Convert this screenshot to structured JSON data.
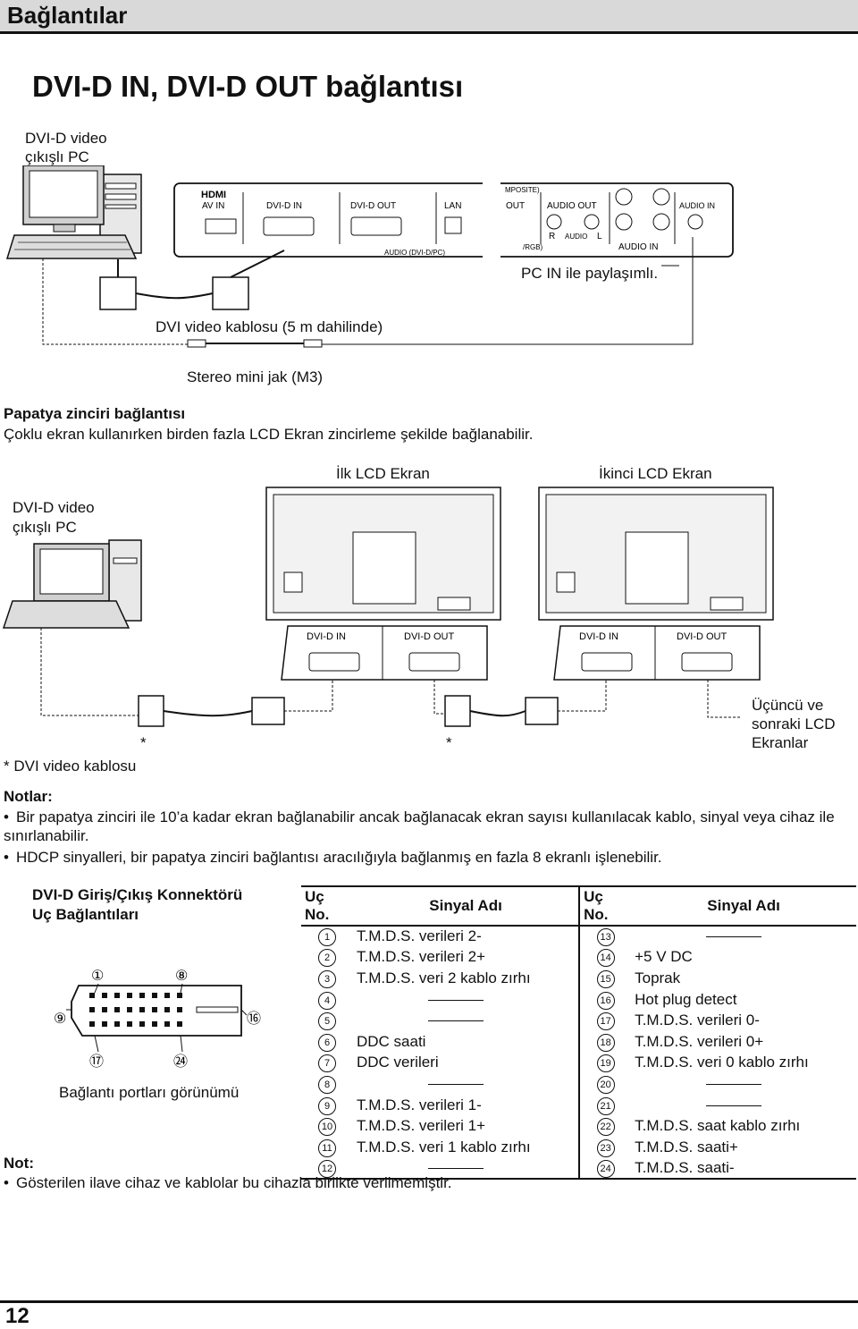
{
  "section_title": "Bağlantılar",
  "main_title": "DVI-D IN, DVI-D OUT bağlantısı",
  "diagram1": {
    "pc_label_line1": "DVI-D video",
    "pc_label_line2": "çıkışlı PC",
    "panel_labels": {
      "hdmi": "HDMI",
      "av_in": "AV IN",
      "dvi_d_in": "DVI-D IN",
      "dvi_d_out": "DVI-D OUT",
      "lan": "LAN",
      "composite": "MPOSITE)",
      "out": "OUT",
      "audio_out": "AUDIO OUT",
      "audio_in": "AUDIO IN",
      "audio_dvi_pc": "AUDIO (DVI-D/PC)",
      "rgb": "/RGB)",
      "r": "R",
      "l": "L",
      "audio": "AUDIO"
    },
    "shared_note": "PC IN ile paylaşımlı.",
    "dvi_cable_label": "DVI video kablosu (5 m dahilinde)",
    "stereo_label": "Stereo mini jak (M3)"
  },
  "daisy": {
    "heading": "Papatya zinciri bağlantısı",
    "description": "Çoklu ekran kullanırken birden fazla LCD Ekran zincirleme şekilde bağlanabilir.",
    "pc_label_line1": "DVI-D video",
    "pc_label_line2": "çıkışlı PC",
    "first_display": "İlk LCD Ekran",
    "second_display": "İkinci LCD Ekran",
    "dvi_d_in": "DVI-D IN",
    "dvi_d_out": "DVI-D OUT",
    "third_line1": "Üçüncü ve",
    "third_line2": "sonraki LCD",
    "third_line3": "Ekranlar",
    "asterisk": "*",
    "cable_note": "* DVI video kablosu"
  },
  "notes": {
    "heading": "Notlar:",
    "items": [
      "Bir papatya zinciri ile 10’a kadar ekran bağlanabilir ancak bağlanacak ekran sayısı kullanılacak kablo, sinyal veya cihaz ile sınırlanabilir.",
      "HDCP sinyalleri, bir papatya zinciri bağlantısı aracılığıyla bağlanmış en fazla 8 ekranlı işlenebilir."
    ]
  },
  "connector": {
    "title_line1": "DVI-D Giriş/Çıkış Konnektörü",
    "title_line2": "Uç Bağlantıları",
    "pin_labels": [
      "①",
      "⑧",
      "⑨",
      "⑯",
      "⑰",
      "㉔"
    ],
    "view_label": "Bağlantı portları görünümü"
  },
  "pin_table": {
    "headers": [
      "Uç No.",
      "Sinyal Adı",
      "Uç No.",
      "Sinyal Adı"
    ],
    "rows": [
      {
        "n1": "1",
        "s1": "T.M.D.S. verileri 2-",
        "n2": "13",
        "s2": ""
      },
      {
        "n1": "2",
        "s1": "T.M.D.S. verileri 2+",
        "n2": "14",
        "s2": "+5 V DC"
      },
      {
        "n1": "3",
        "s1": "T.M.D.S. veri 2 kablo zırhı",
        "n2": "15",
        "s2": "Toprak"
      },
      {
        "n1": "4",
        "s1": "",
        "n2": "16",
        "s2": "Hot plug detect"
      },
      {
        "n1": "5",
        "s1": "",
        "n2": "17",
        "s2": "T.M.D.S. verileri 0-"
      },
      {
        "n1": "6",
        "s1": "DDC saati",
        "n2": "18",
        "s2": "T.M.D.S. verileri 0+"
      },
      {
        "n1": "7",
        "s1": "DDC verileri",
        "n2": "19",
        "s2": "T.M.D.S. veri 0 kablo zırhı"
      },
      {
        "n1": "8",
        "s1": "",
        "n2": "20",
        "s2": ""
      },
      {
        "n1": "9",
        "s1": "T.M.D.S. verileri 1-",
        "n2": "21",
        "s2": ""
      },
      {
        "n1": "10",
        "s1": "T.M.D.S. verileri 1+",
        "n2": "22",
        "s2": "T.M.D.S. saat kablo zırhı"
      },
      {
        "n1": "11",
        "s1": "T.M.D.S. veri 1 kablo zırhı",
        "n2": "23",
        "s2": "T.M.D.S. saati+"
      },
      {
        "n1": "12",
        "s1": "",
        "n2": "24",
        "s2": "T.M.D.S. saati-"
      }
    ]
  },
  "footer_note": {
    "heading": "Not:",
    "item": "Gösterilen ilave cihaz ve kablolar bu cihazla birlikte verilmemiştir."
  },
  "page_number": "12"
}
